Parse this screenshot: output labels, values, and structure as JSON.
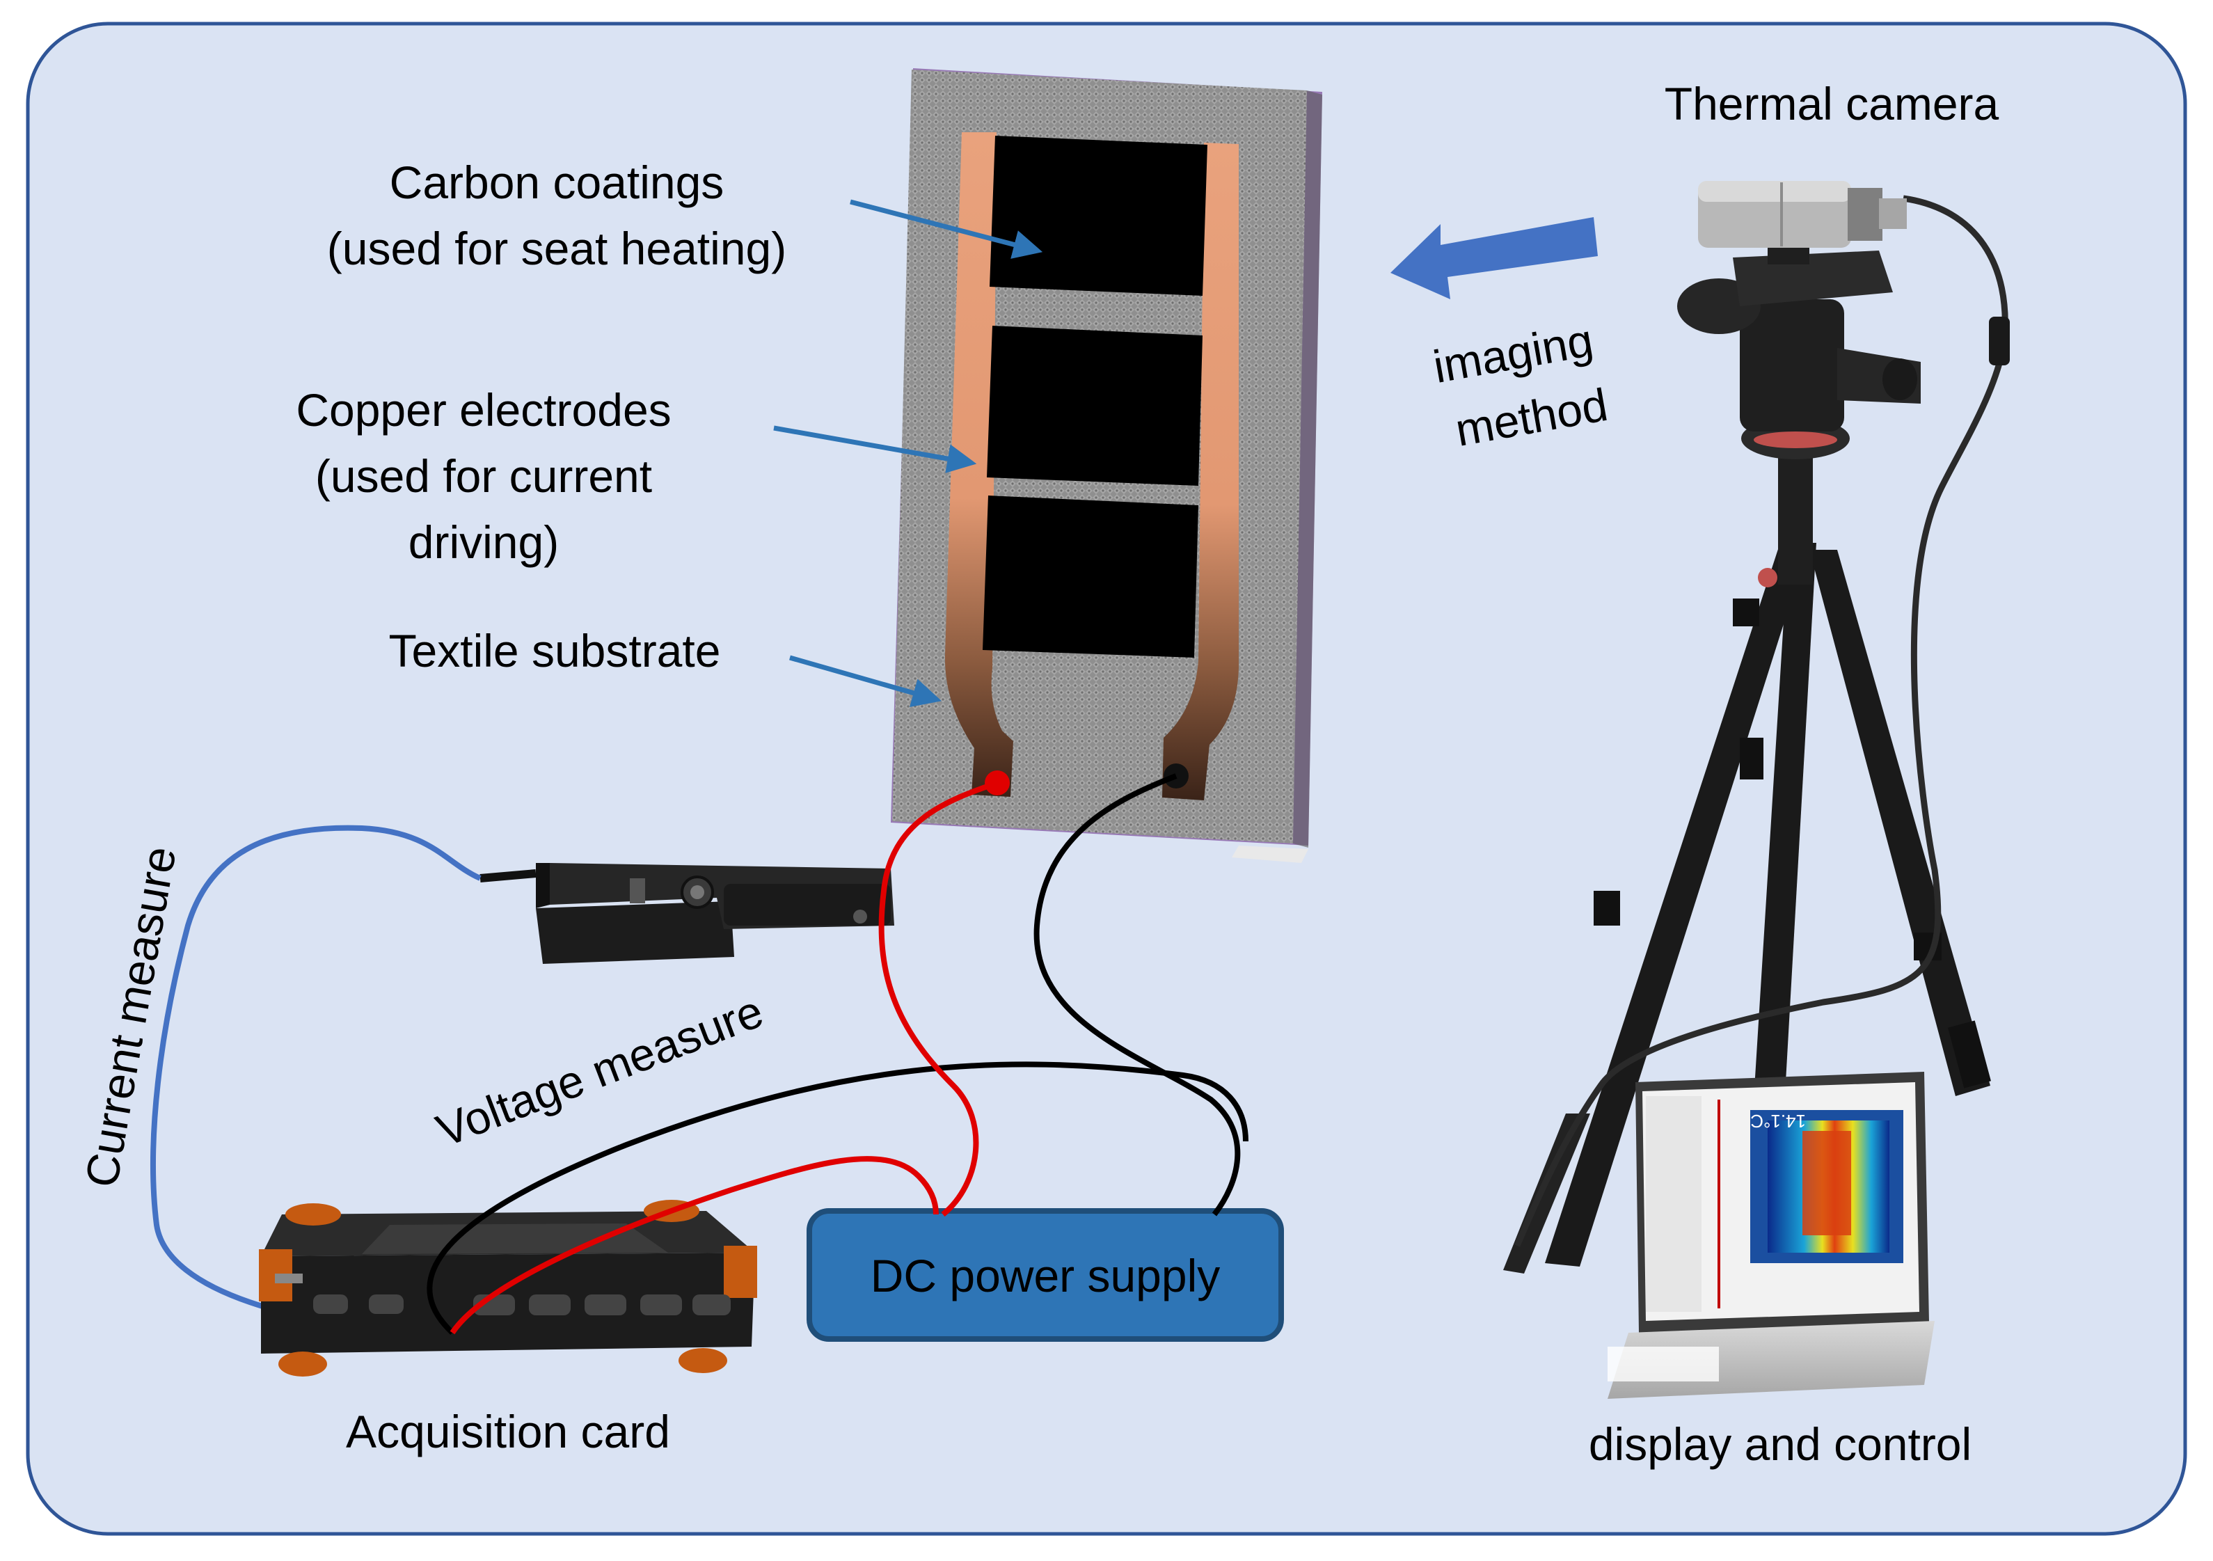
{
  "labels": {
    "carbon_line1": "Carbon coatings",
    "carbon_line2": "(used for seat heating)",
    "copper_line1": "Copper electrodes",
    "copper_line2": "(used for current",
    "copper_line3": "driving)",
    "textile": "Textile substrate",
    "thermal_camera": "Thermal camera",
    "imaging_line1": "imaging",
    "imaging_line2": "method",
    "current_measure": "Current measure",
    "voltage_measure": "Voltage measure",
    "dc_power_supply": "DC power supply",
    "acquisition_card": "Acquisition card",
    "display_control": "display and control",
    "screen_readout": "14.1°C"
  },
  "colors": {
    "panel_fill": "#dae3f3",
    "panel_border": "#2f5597",
    "arrow_blue": "#2e75b6",
    "dc_box_fill": "#2e75b6",
    "dc_box_border": "#1f4e79",
    "copper": "#e8a07a",
    "carbon": "#000000",
    "textile": "#8c8c8c",
    "wire_red": "#e00000",
    "wire_black": "#000000",
    "wire_blue": "#4472c4"
  },
  "icons": [
    "thermal-camera-icon",
    "tripod-icon",
    "laptop-icon",
    "current-clamp-icon",
    "acquisition-card-icon"
  ]
}
